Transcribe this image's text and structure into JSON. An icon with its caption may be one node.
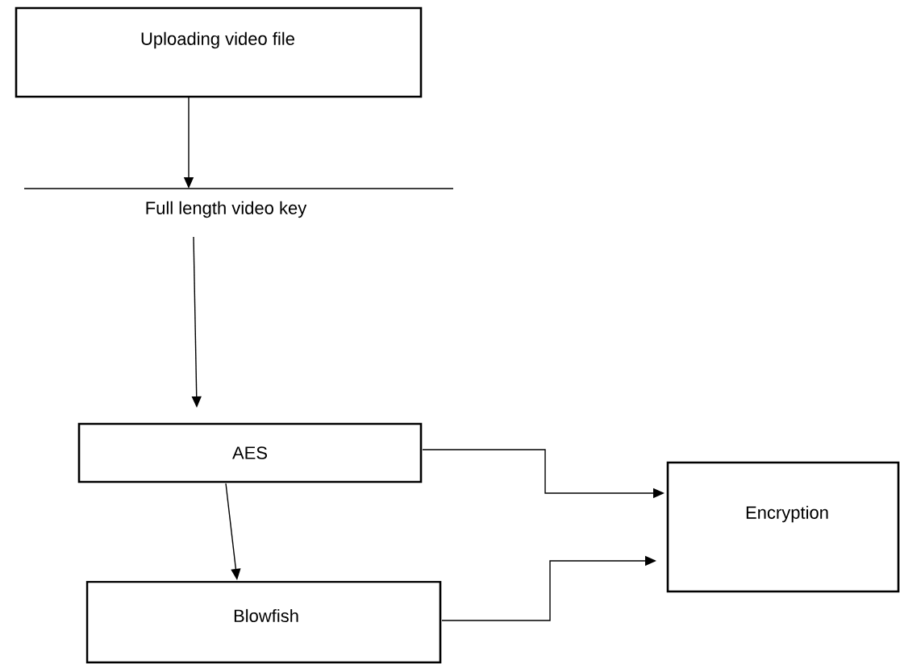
{
  "diagram": {
    "nodes": [
      {
        "text": [
          "Uploading video file"
        ]
      },
      {
        "text": [
          "Full length video key"
        ]
      },
      {
        "text": [
          "AES"
        ]
      },
      {
        "text": [
          "Blowfish"
        ]
      },
      {
        "text": [
          "Encryption"
        ]
      }
    ],
    "edges": [
      {
        "from": 0,
        "to": 1,
        "arrow": "to"
      },
      {
        "from": 1,
        "to": 2,
        "arrow": "to"
      },
      {
        "from": 2,
        "to": 3,
        "arrow": "to"
      },
      {
        "from": 2,
        "to": 4,
        "arrow": "to"
      },
      {
        "from": 3,
        "to": 4,
        "arrow": "to"
      }
    ]
  }
}
